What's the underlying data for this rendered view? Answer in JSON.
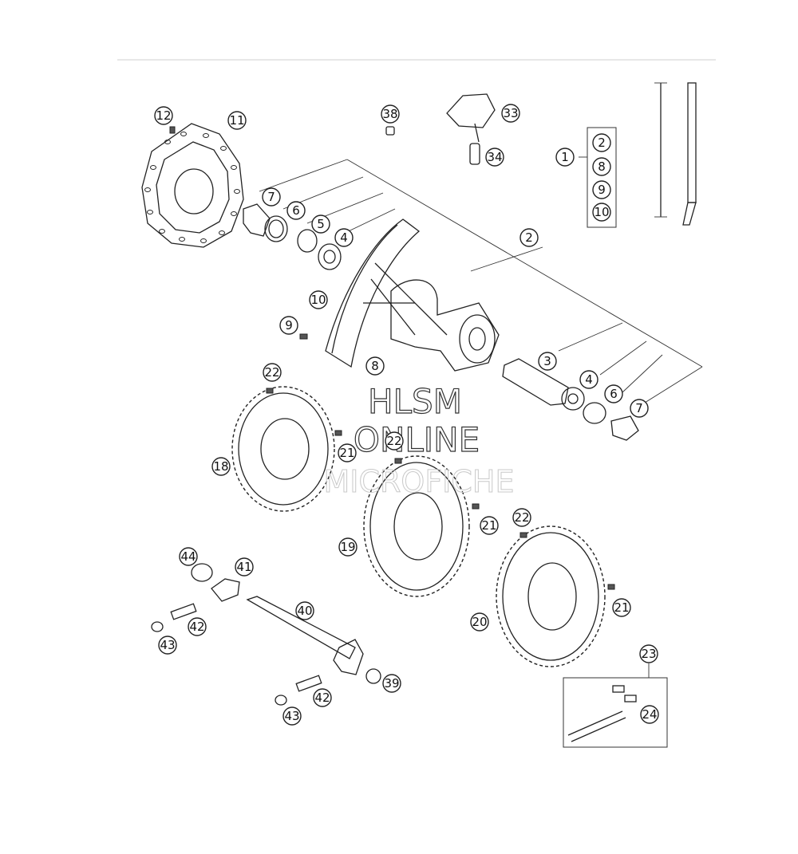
{
  "watermark": {
    "line1": "HLSM",
    "line2": "ONLINE",
    "line3": "MICROFICHE"
  },
  "callouts": [
    {
      "id": "c12",
      "label": "12"
    },
    {
      "id": "c11",
      "label": "11"
    },
    {
      "id": "c38",
      "label": "38"
    },
    {
      "id": "c33",
      "label": "33"
    },
    {
      "id": "c34",
      "label": "34"
    },
    {
      "id": "c1",
      "label": "1"
    },
    {
      "id": "c1-2",
      "label": "2"
    },
    {
      "id": "c1-8",
      "label": "8"
    },
    {
      "id": "c1-9",
      "label": "9"
    },
    {
      "id": "c1-10",
      "label": "10"
    },
    {
      "id": "c7a",
      "label": "7"
    },
    {
      "id": "c6a",
      "label": "6"
    },
    {
      "id": "c5",
      "label": "5"
    },
    {
      "id": "c4a",
      "label": "4"
    },
    {
      "id": "c2",
      "label": "2"
    },
    {
      "id": "c10",
      "label": "10"
    },
    {
      "id": "c9",
      "label": "9"
    },
    {
      "id": "c8",
      "label": "8"
    },
    {
      "id": "c3",
      "label": "3"
    },
    {
      "id": "c4b",
      "label": "4"
    },
    {
      "id": "c6b",
      "label": "6"
    },
    {
      "id": "c7b",
      "label": "7"
    },
    {
      "id": "c22a",
      "label": "22"
    },
    {
      "id": "c18",
      "label": "18"
    },
    {
      "id": "c21a",
      "label": "21"
    },
    {
      "id": "c22b",
      "label": "22"
    },
    {
      "id": "c19",
      "label": "19"
    },
    {
      "id": "c21b",
      "label": "21"
    },
    {
      "id": "c22c",
      "label": "22"
    },
    {
      "id": "c20",
      "label": "20"
    },
    {
      "id": "c21c",
      "label": "21"
    },
    {
      "id": "c44",
      "label": "44"
    },
    {
      "id": "c41",
      "label": "41"
    },
    {
      "id": "c40",
      "label": "40"
    },
    {
      "id": "c42a",
      "label": "42"
    },
    {
      "id": "c43a",
      "label": "43"
    },
    {
      "id": "c39",
      "label": "39"
    },
    {
      "id": "c42b",
      "label": "42"
    },
    {
      "id": "c43b",
      "label": "43"
    },
    {
      "id": "c23",
      "label": "23"
    },
    {
      "id": "c24",
      "label": "24"
    }
  ]
}
